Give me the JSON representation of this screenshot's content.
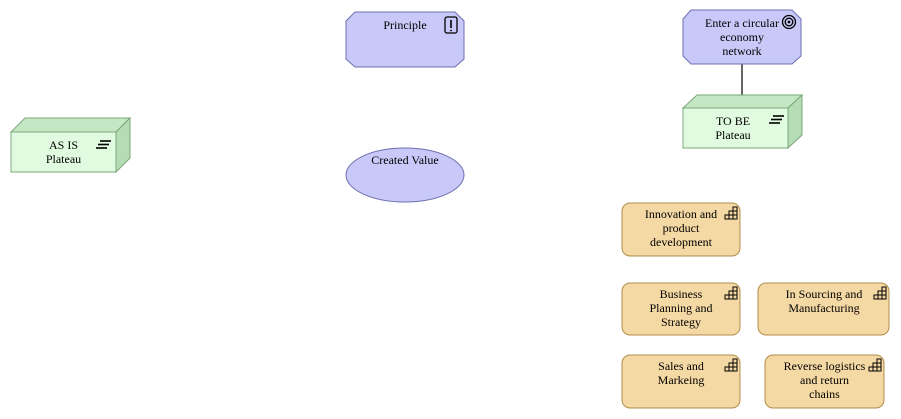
{
  "diagram": {
    "nodes": {
      "as_is": {
        "lines": [
          "AS IS",
          "Plateau"
        ],
        "kind": "plateau"
      },
      "principle": {
        "lines": [
          "Principle"
        ],
        "kind": "principle"
      },
      "created_value": {
        "lines": [
          "Created Value"
        ],
        "kind": "value"
      },
      "goal": {
        "lines": [
          "Enter a circular",
          "economy",
          "network"
        ],
        "kind": "goal"
      },
      "to_be": {
        "lines": [
          "TO BE",
          "Plateau"
        ],
        "kind": "plateau"
      },
      "innovation": {
        "lines": [
          "Innovation and",
          "product",
          "development"
        ],
        "kind": "capability"
      },
      "business_planning": {
        "lines": [
          "Business",
          "Planning and",
          "Strategy"
        ],
        "kind": "capability"
      },
      "in_sourcing": {
        "lines": [
          "In Sourcing and",
          "Manufacturing"
        ],
        "kind": "capability"
      },
      "sales": {
        "lines": [
          "Sales and",
          "Markeing"
        ],
        "kind": "capability"
      },
      "reverse_logistics": {
        "lines": [
          "Reverse logistics",
          "and return",
          "chains"
        ],
        "kind": "capability"
      }
    },
    "colors": {
      "plateau_fill": "#e0fbe0",
      "plateau_side": "#c4e8c4",
      "plateau_stroke": "#7aa87a",
      "motivation_fill": "#c9c9f9",
      "motivation_stroke": "#6f6fb0",
      "capability_fill": "#f5d9a4",
      "capability_stroke": "#b08d4a"
    }
  }
}
